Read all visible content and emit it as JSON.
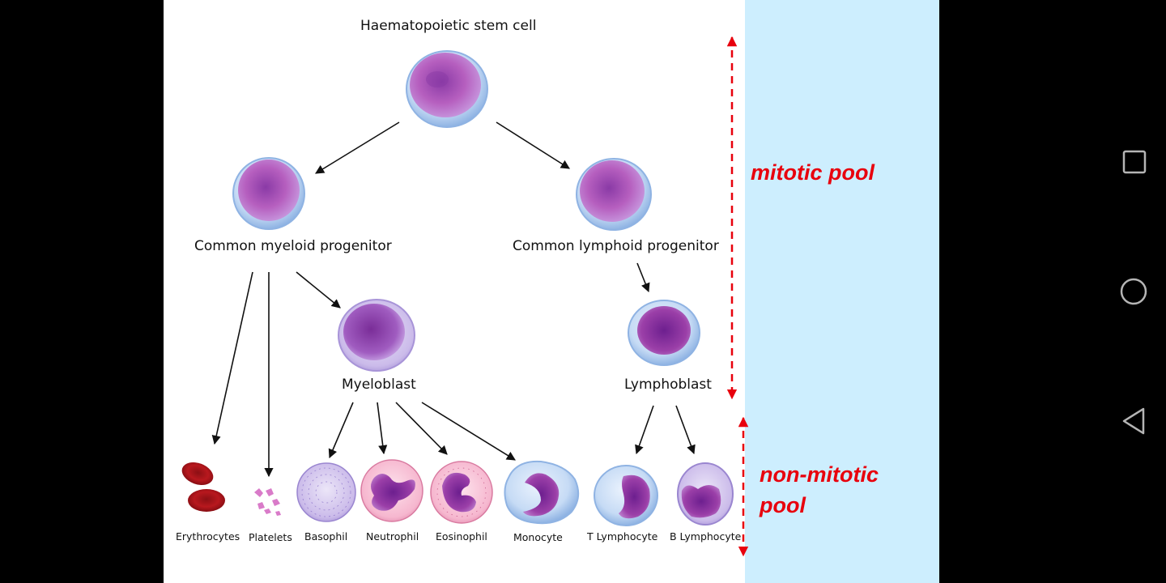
{
  "diagram": {
    "title": "Haematopoietic stem cell",
    "progenitors": {
      "myeloid": "Common myeloid progenitor",
      "lymphoid": "Common lymphoid progenitor"
    },
    "blasts": {
      "myeloblast": "Myeloblast",
      "lymphoblast": "Lymphoblast"
    },
    "mature_cells": [
      "Erythrocytes",
      "Platelets",
      "Basophil",
      "Neutrophil",
      "Eosinophil",
      "Monocyte",
      "T Lymphocyte",
      "B Lymphocyte"
    ]
  },
  "pools": {
    "mitotic": "mitotic pool",
    "non_mitotic_line1": "non-mitotic",
    "non_mitotic_line2": "pool"
  },
  "colors": {
    "panel_background": "#cdeefe",
    "pool_text": "#e8000d",
    "arrow_red": "#e8000d",
    "cell_membrane": "#a9c8ee",
    "nucleus": "#9b3fa8"
  },
  "android_nav": {
    "icons": [
      "recents-icon",
      "home-icon",
      "back-icon"
    ]
  }
}
